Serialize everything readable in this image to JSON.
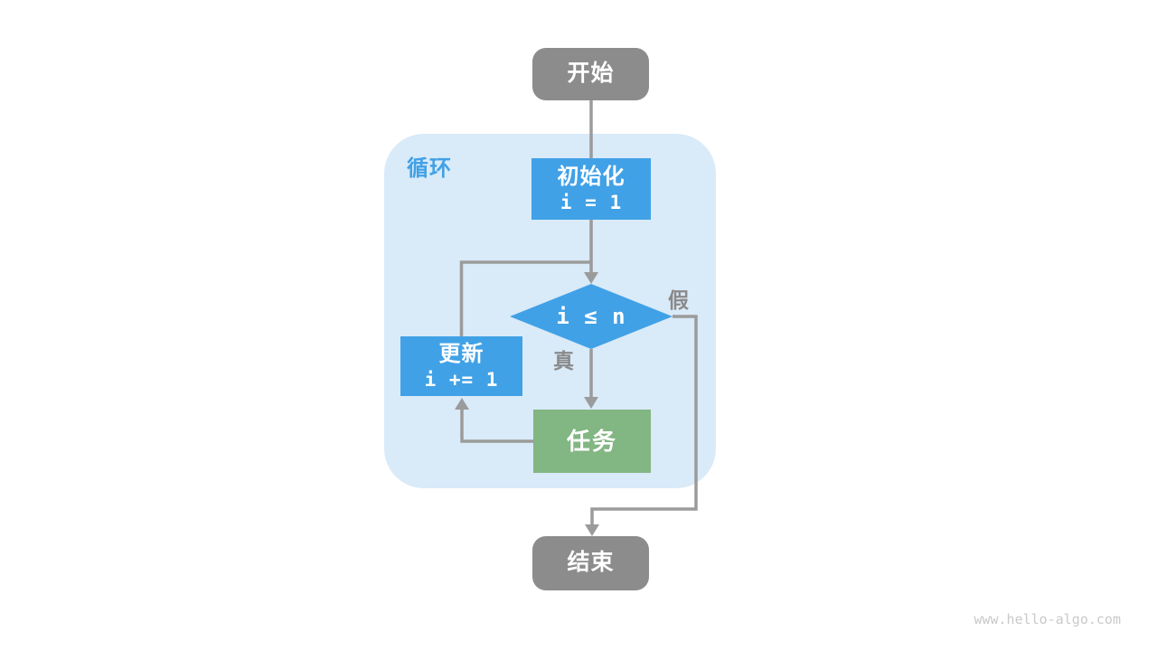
{
  "diagram": {
    "loop_label": "循环",
    "nodes": {
      "start": {
        "label": "开始"
      },
      "init": {
        "title": "初始化",
        "code": "i = 1"
      },
      "condition": {
        "code": "i ≤ n"
      },
      "update": {
        "title": "更新",
        "code": "i += 1"
      },
      "task": {
        "label": "任务"
      },
      "end": {
        "label": "结束"
      }
    },
    "edge_labels": {
      "true": "真",
      "false": "假"
    },
    "watermark": "www.hello-algo.com"
  },
  "colors": {
    "node_blue": "#41a1e6",
    "node_green": "#82b683",
    "node_gray": "#8c8c8c",
    "region_bg": "#d9eaf8",
    "line_gray": "#9b9b9b",
    "label_gray": "#8a8a8a",
    "watermark_gray": "#c9c9c9"
  }
}
